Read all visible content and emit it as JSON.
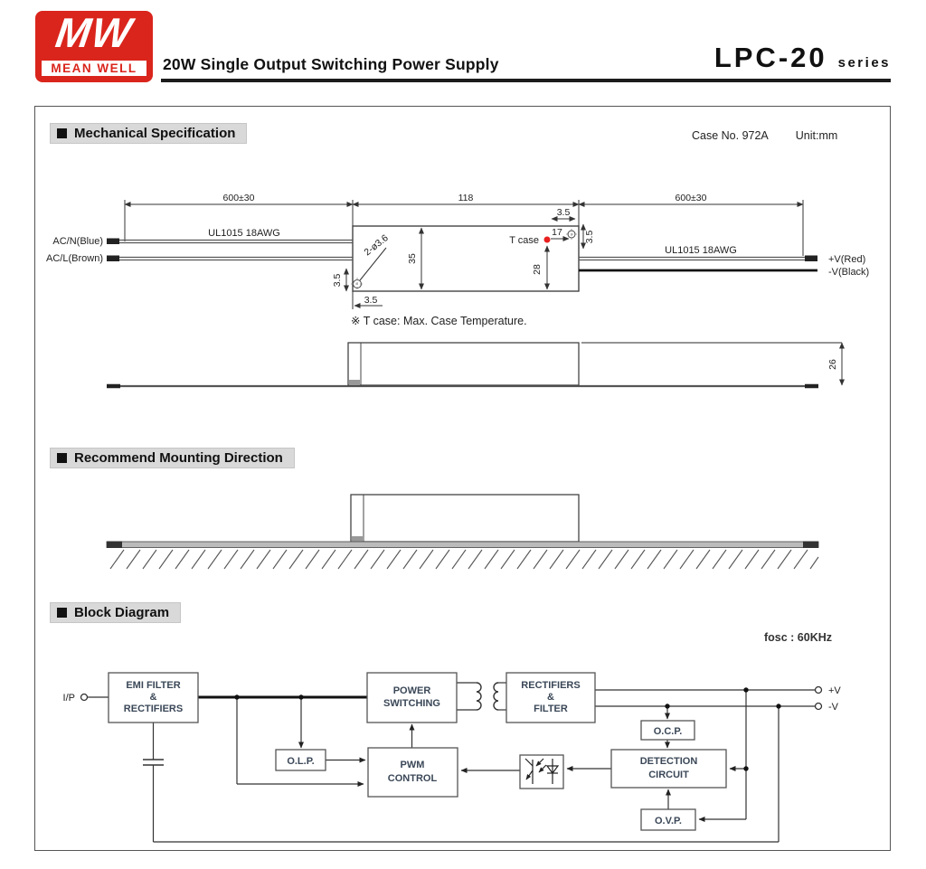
{
  "header": {
    "logo_mw": "MW",
    "logo_brand": "MEAN WELL",
    "title": "20W Single Output Switching Power Supply",
    "series_name": "LPC-20",
    "series_suffix": "series"
  },
  "colors": {
    "brand_red": "#da251c",
    "tcase_dot_red": "#e8201f",
    "section_bg": "#d9d9d9",
    "block_text": "#3a4757"
  },
  "mechanical": {
    "heading": "Mechanical Specification",
    "case_no": "Case No. 972A",
    "unit": "Unit:mm",
    "note": "※ T case: Max. Case Temperature.",
    "dims": {
      "lead_left": "600±30",
      "body_length": "118",
      "lead_right": "600±30",
      "body_height": "35",
      "body_depth": "26",
      "tcase_x": "17",
      "tcase_y": "28",
      "holes": "2-ø3.6",
      "hole1_x": "3.5",
      "hole1_y": "3.5",
      "hole2_x": "3.5",
      "hole2_y": "3.5"
    },
    "labels": {
      "wire_spec_left": "UL1015 18AWG",
      "wire_spec_right": "UL1015 18AWG",
      "ac_n": "AC/N(Blue)",
      "ac_l": "AC/L(Brown)",
      "v_plus": "+V(Red)",
      "v_minus": "-V(Black)",
      "tcase": "T case"
    }
  },
  "mounting": {
    "heading": "Recommend Mounting Direction"
  },
  "block": {
    "heading": "Block Diagram",
    "fosc": "fosc : 60KHz",
    "terminals": {
      "input": "I/P",
      "v_plus": "+V",
      "v_minus": "-V"
    },
    "boxes": {
      "emi": [
        "EMI FILTER",
        "&",
        "RECTIFIERS"
      ],
      "power": [
        "POWER",
        "SWITCHING"
      ],
      "rectifiers": [
        "RECTIFIERS",
        "&",
        "FILTER"
      ],
      "olp": "O.L.P.",
      "pwm": [
        "PWM",
        "CONTROL"
      ],
      "ocp": "O.C.P.",
      "detection": [
        "DETECTION",
        "CIRCUIT"
      ],
      "ovp": "O.V.P."
    }
  }
}
